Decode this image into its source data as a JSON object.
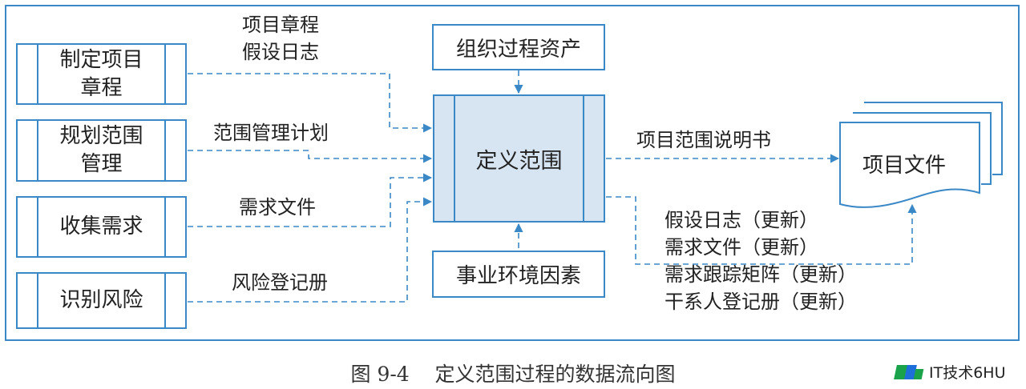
{
  "processes": {
    "develop_charter": "制定项目\n章程",
    "plan_scope": "规划范围\n管理",
    "collect_requirements": "收集需求",
    "identify_risks": "识别风险"
  },
  "center": {
    "org_assets": "组织过程资产",
    "define_scope": "定义范围",
    "eef": "事业环境因素"
  },
  "output_doc": "项目文件",
  "flow_labels": {
    "from_charter": [
      "项目章程",
      "假设日志"
    ],
    "from_plan": "范围管理计划",
    "from_collect": "需求文件",
    "from_risks": "风险登记册",
    "to_scope_statement": "项目范围说明书",
    "to_doc_updates": [
      "假设日志（更新）",
      "需求文件（更新）",
      "需求跟踪矩阵（更新）",
      "干系人登记册（更新）"
    ]
  },
  "caption": "图 9-4    定义范围过程的数据流向图",
  "watermark": "IT技术6HU",
  "colors": {
    "line": "#3b88c7",
    "main_fill": "#d7e5f3",
    "text": "#222222",
    "watermark_green": "#1aa34a",
    "watermark_blue": "#1e6fd9"
  }
}
